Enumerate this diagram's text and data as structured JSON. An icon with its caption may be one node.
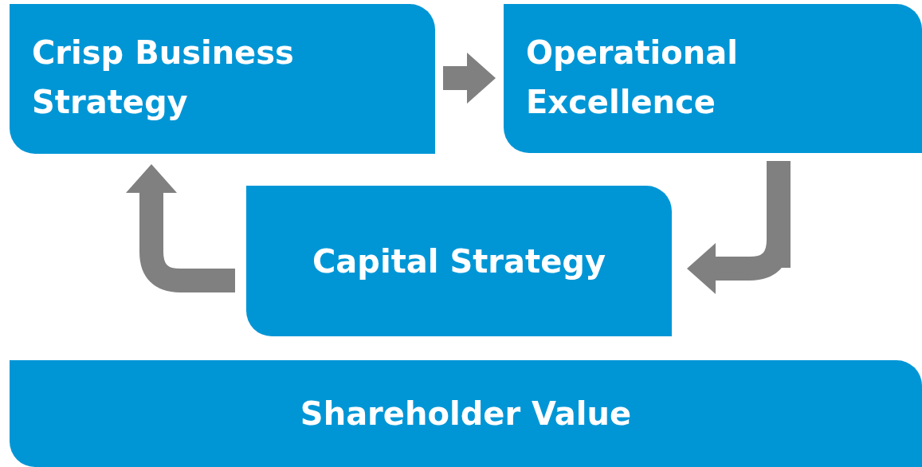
{
  "diagram": {
    "nodes": [
      {
        "text": [
          "Crisp Business Strategy"
        ]
      },
      {
        "text": [
          "Operational Excellence"
        ]
      },
      {
        "text": [
          "Capital Strategy"
        ]
      },
      {
        "text": [
          "Shareholder Value"
        ]
      }
    ],
    "edges": [
      {
        "from": 0,
        "to": 1,
        "arrow": "to"
      },
      {
        "from": 1,
        "to": 2,
        "arrow": "to"
      },
      {
        "from": 2,
        "to": 0,
        "arrow": "to"
      }
    ]
  }
}
